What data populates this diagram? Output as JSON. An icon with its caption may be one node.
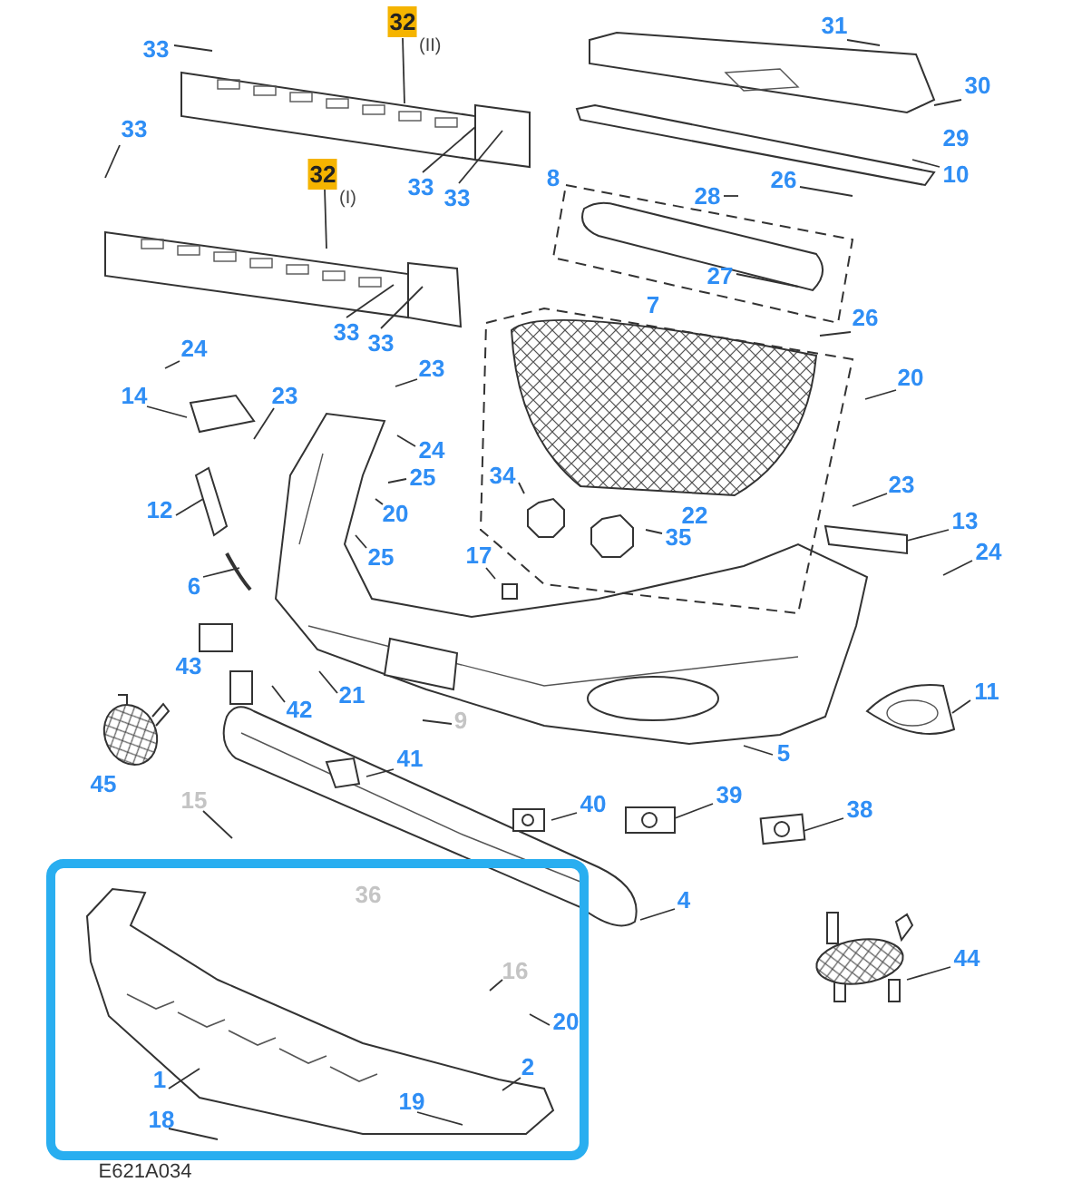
{
  "diagram": {
    "nodes": [
      {
        "text": [
          "33"
        ]
      },
      {
        "text": [
          "32"
        ],
        "beside": [
          "(II)"
        ]
      },
      {
        "text": [
          "33"
        ]
      },
      {
        "text": [
          "33"
        ]
      },
      {
        "text": [
          "33"
        ]
      },
      {
        "text": [
          "32"
        ],
        "beside": [
          "(I)"
        ]
      },
      {
        "text": [
          "33"
        ]
      },
      {
        "text": [
          "33"
        ]
      },
      {
        "text": [
          "31"
        ]
      },
      {
        "text": [
          "30"
        ]
      },
      {
        "text": [
          "10"
        ]
      },
      {
        "text": [
          "26"
        ]
      },
      {
        "text": [
          "28"
        ]
      },
      {
        "text": [
          "27"
        ]
      },
      {
        "text": [
          "26"
        ]
      },
      {
        "text": [
          "20"
        ]
      },
      {
        "text": [
          "24"
        ]
      },
      {
        "text": [
          "14"
        ]
      },
      {
        "text": [
          "23"
        ]
      },
      {
        "text": [
          "23"
        ]
      },
      {
        "text": [
          "25"
        ]
      },
      {
        "text": [
          "20"
        ]
      },
      {
        "text": [
          "25"
        ]
      },
      {
        "text": [
          "12"
        ]
      },
      {
        "text": [
          "6"
        ]
      },
      {
        "text": [
          "42"
        ]
      },
      {
        "text": [
          "21"
        ]
      },
      {
        "text": [
          "9"
        ]
      },
      {
        "text": [
          "41"
        ]
      },
      {
        "text": [
          "15"
        ]
      },
      {
        "text": [
          "34"
        ]
      },
      {
        "text": [
          "17"
        ]
      },
      {
        "text": [
          "35"
        ]
      },
      {
        "text": [
          "23"
        ]
      },
      {
        "text": [
          "13"
        ]
      },
      {
        "text": [
          "24"
        ]
      },
      {
        "text": [
          "11"
        ]
      },
      {
        "text": [
          "5"
        ]
      },
      {
        "text": [
          "40"
        ]
      },
      {
        "text": [
          "39"
        ]
      },
      {
        "text": [
          "38"
        ]
      },
      {
        "text": [
          "4"
        ]
      },
      {
        "text": [
          "44"
        ]
      },
      {
        "text": [
          "16"
        ]
      },
      {
        "text": [
          "20"
        ]
      },
      {
        "text": [
          "2"
        ]
      },
      {
        "text": [
          "19"
        ]
      },
      {
        "text": [
          "1"
        ]
      },
      {
        "text": [
          "18"
        ]
      },
      {
        "text": [
          "24"
        ]
      }
    ],
    "edges": [
      {
        "from": 0,
        "to": null,
        "arrow": "none"
      },
      {
        "from": 1,
        "to": null,
        "arrow": "none"
      },
      {
        "from": 2,
        "to": null,
        "arrow": "none"
      },
      {
        "from": 3,
        "to": null,
        "arrow": "none"
      },
      {
        "from": 4,
        "to": null,
        "arrow": "none"
      },
      {
        "from": 5,
        "to": null,
        "arrow": "none"
      },
      {
        "from": 6,
        "to": null,
        "arrow": "none"
      },
      {
        "from": 7,
        "to": null,
        "arrow": "none"
      },
      {
        "from": 8,
        "to": null,
        "arrow": "none"
      },
      {
        "from": 9,
        "to": null,
        "arrow": "none"
      },
      {
        "from": 10,
        "to": null,
        "arrow": "none"
      },
      {
        "from": 11,
        "to": null,
        "arrow": "none"
      },
      {
        "from": 12,
        "to": null,
        "arrow": "none"
      },
      {
        "from": 13,
        "to": null,
        "arrow": "none"
      },
      {
        "from": 14,
        "to": null,
        "arrow": "none"
      },
      {
        "from": 15,
        "to": null,
        "arrow": "none"
      },
      {
        "from": 16,
        "to": null,
        "arrow": "none"
      },
      {
        "from": 17,
        "to": null,
        "arrow": "none"
      },
      {
        "from": 18,
        "to": null,
        "arrow": "none"
      },
      {
        "from": 19,
        "to": null,
        "arrow": "none"
      },
      {
        "from": 20,
        "to": null,
        "arrow": "none"
      },
      {
        "from": 21,
        "to": null,
        "arrow": "none"
      },
      {
        "from": 22,
        "to": null,
        "arrow": "none"
      },
      {
        "from": 23,
        "to": null,
        "arrow": "none"
      },
      {
        "from": 24,
        "to": null,
        "arrow": "none"
      },
      {
        "from": 25,
        "to": null,
        "arrow": "none"
      },
      {
        "from": 26,
        "to": null,
        "arrow": "none"
      },
      {
        "from": 27,
        "to": null,
        "arrow": "none"
      },
      {
        "from": 28,
        "to": null,
        "arrow": "none"
      },
      {
        "from": 29,
        "to": null,
        "arrow": "none"
      },
      {
        "from": 30,
        "to": null,
        "arrow": "none"
      },
      {
        "from": 31,
        "to": null,
        "arrow": "none"
      },
      {
        "from": 32,
        "to": null,
        "arrow": "none"
      },
      {
        "from": 33,
        "to": null,
        "arrow": "none"
      },
      {
        "from": 34,
        "to": null,
        "arrow": "none"
      },
      {
        "from": 35,
        "to": null,
        "arrow": "none"
      },
      {
        "from": 36,
        "to": null,
        "arrow": "none"
      },
      {
        "from": 37,
        "to": null,
        "arrow": "none"
      },
      {
        "from": 38,
        "to": null,
        "arrow": "none"
      },
      {
        "from": 39,
        "to": null,
        "arrow": "none"
      },
      {
        "from": 40,
        "to": null,
        "arrow": "none"
      },
      {
        "from": 41,
        "to": null,
        "arrow": "none"
      },
      {
        "from": 42,
        "to": null,
        "arrow": "none"
      },
      {
        "from": 43,
        "to": null,
        "arrow": "none"
      },
      {
        "from": 44,
        "to": null,
        "arrow": "none"
      },
      {
        "from": 45,
        "to": null,
        "arrow": "none"
      },
      {
        "from": 46,
        "to": null,
        "arrow": "none"
      },
      {
        "from": 47,
        "to": null,
        "arrow": "none"
      },
      {
        "from": 48,
        "to": null,
        "arrow": "none"
      },
      {
        "from": 49,
        "to": null,
        "arrow": "none"
      }
    ],
    "labels": [
      "29",
      "8",
      "7",
      "22",
      "43",
      "45",
      "36",
      "E621A034"
    ]
  }
}
